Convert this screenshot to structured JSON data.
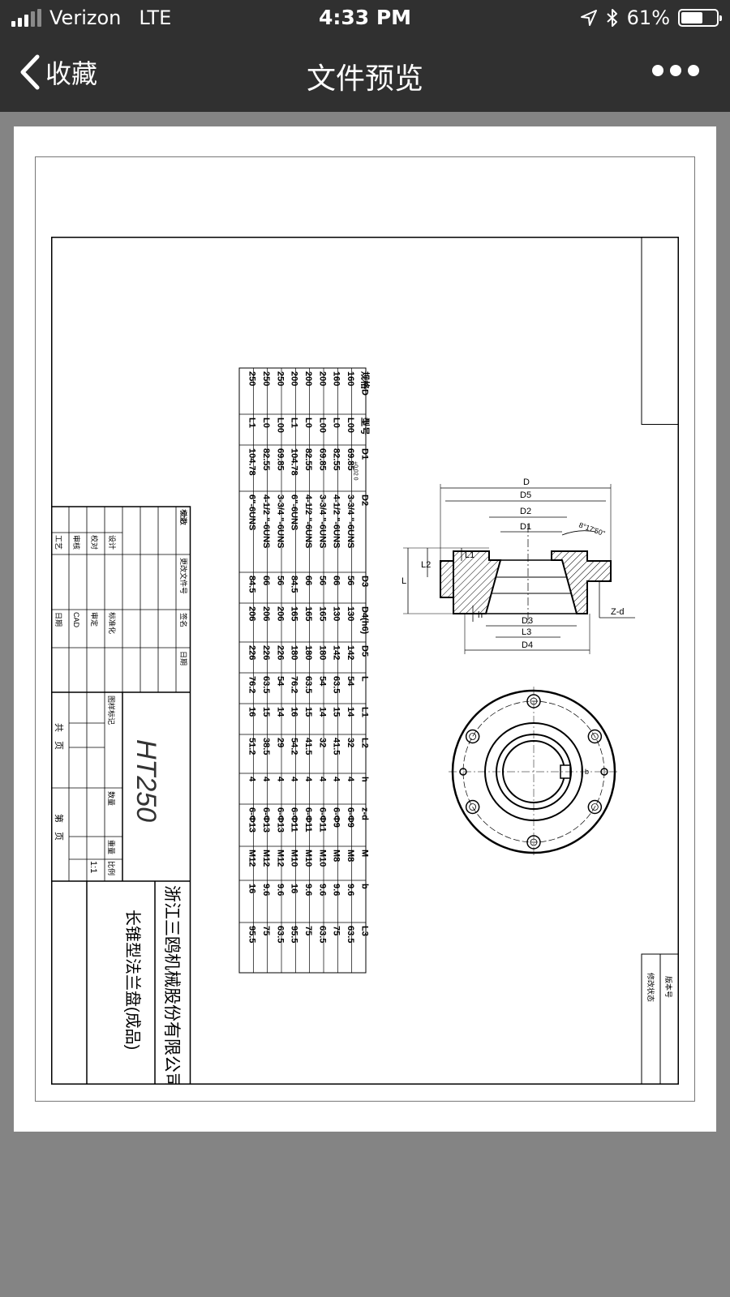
{
  "status_bar": {
    "carrier": "Verizon",
    "network": "LTE",
    "time": "4:33 PM",
    "battery": "61%",
    "battery_level": 0.61
  },
  "nav": {
    "back_label": "收藏",
    "title": "文件预览"
  },
  "spec_table": {
    "headers": [
      "规格D",
      "型号",
      "D1",
      "D2",
      "D3",
      "D4(h6)",
      "D5",
      "L",
      "L1",
      "L2",
      "h",
      "z-d",
      "M",
      "b",
      "L3"
    ],
    "d1_tolerance": "+0.02 0",
    "rows": [
      [
        "160",
        "L00",
        "69.85",
        "3-3/4 \"-6UNS",
        "56",
        "130",
        "142",
        "54",
        "14",
        "32",
        "4",
        "6-Φ9",
        "M8",
        "9.6",
        "63.5"
      ],
      [
        "160",
        "L0",
        "82.55",
        "4-1/2 \"-6UNS",
        "66",
        "130",
        "142",
        "63.5",
        "15",
        "41.5",
        "4",
        "6-Φ9",
        "M8",
        "9.6",
        "75"
      ],
      [
        "200",
        "L00",
        "69.85",
        "3-3/4 \"-6UNS",
        "56",
        "165",
        "180",
        "54",
        "14",
        "32",
        "4",
        "6-Φ11",
        "M10",
        "9.6",
        "63.5"
      ],
      [
        "200",
        "L0",
        "82.55",
        "4-1/2 \"-6UNS",
        "66",
        "165",
        "180",
        "63.5",
        "15",
        "41.5",
        "4",
        "6-Φ11",
        "M10",
        "9.6",
        "75"
      ],
      [
        "200",
        "L1",
        "104.78",
        "6\"-6UNS",
        "84.5",
        "165",
        "180",
        "76.2",
        "16",
        "54.2",
        "4",
        "6-Φ11",
        "M10",
        "16",
        "95.5"
      ],
      [
        "250",
        "L00",
        "69.85",
        "3-3/4 \"-6UNS",
        "56",
        "206",
        "226",
        "54",
        "14",
        "29",
        "4",
        "6-Φ13",
        "M12",
        "9.6",
        "63.5"
      ],
      [
        "250",
        "L0",
        "82.55",
        "4-1/2 \"-6UNS",
        "66",
        "206",
        "226",
        "63.5",
        "15",
        "38.5",
        "4",
        "6-Φ13",
        "M12",
        "9.6",
        "75"
      ],
      [
        "250",
        "L1",
        "104.78",
        "6\"-6UNS",
        "84.5",
        "206",
        "226",
        "76.2",
        "16",
        "51.2",
        "4",
        "6-Φ13",
        "M12",
        "16",
        "95.5"
      ]
    ]
  },
  "section_view": {
    "labels": {
      "D": "D",
      "D5": "D5",
      "D2": "D2",
      "D1": "D1",
      "D3": "D3",
      "L3": "L3",
      "D4": "D4",
      "L": "L",
      "L2": "L2",
      "L1": "L1",
      "h": "h",
      "zd": "Z-d",
      "angle": "8°17'50\""
    }
  },
  "plan_view": {
    "b_label": "b"
  },
  "title_block": {
    "company": "浙江三鸥机械股份有限公司",
    "part_name": "长锥型法兰盘(成品)",
    "material": "HT250",
    "scale_label": "比例",
    "scale_value": "1:1",
    "weight_label": "重量",
    "quantity_label": "数量",
    "stage_mark_label": "图样标记",
    "sheet_total": "共　页",
    "sheet_number": "第　页",
    "rev_header": [
      "标记",
      "处数",
      "更改文件号",
      "签名",
      "日期"
    ],
    "signoffs": [
      "设计",
      "校对",
      "审核",
      "工艺",
      "标准化",
      "审定",
      "CAD",
      "日期"
    ]
  },
  "revision_block": {
    "version_label": "版本号",
    "change_status_label": "修改状态"
  }
}
